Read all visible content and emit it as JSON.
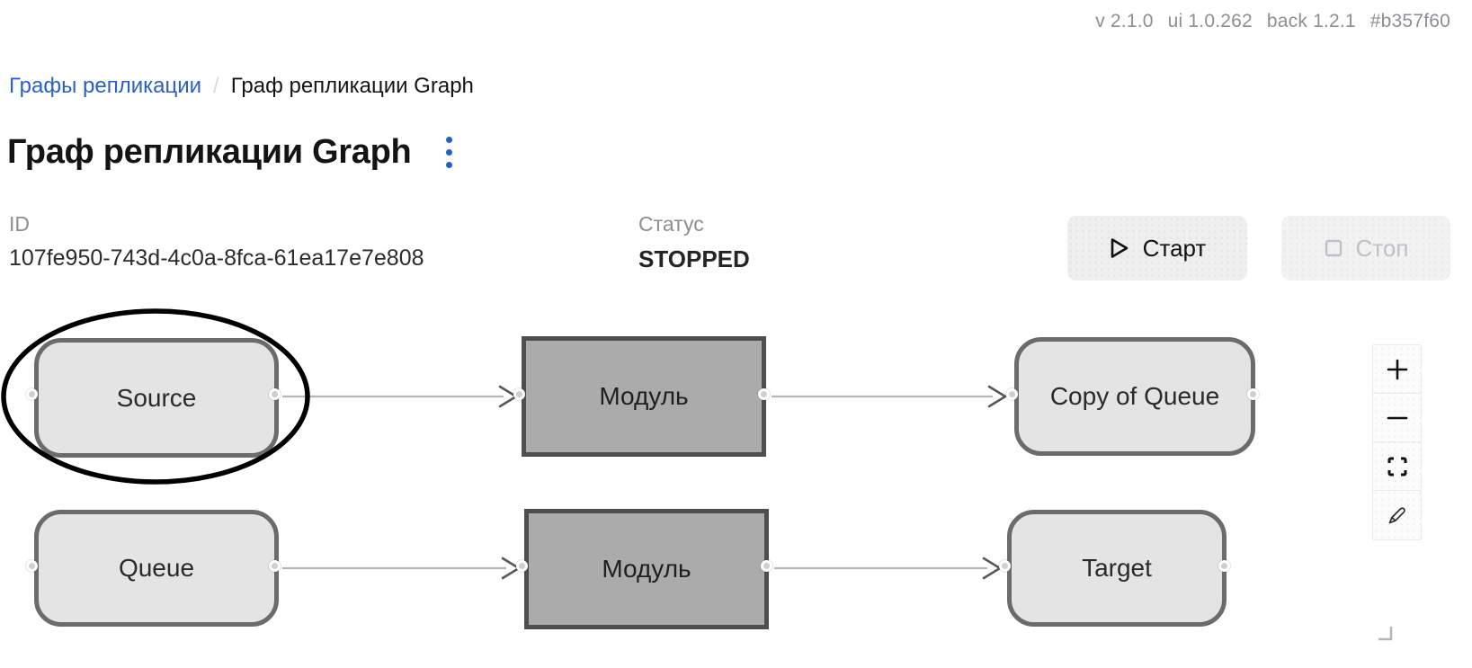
{
  "header": {
    "version_parts": [
      "v 2.1.0",
      "ui 1.0.262",
      "back 1.2.1",
      "#b357f60"
    ]
  },
  "breadcrumb": {
    "link": "Графы репликации",
    "separator": "/",
    "current": "Граф репликации Graph"
  },
  "page": {
    "title": "Граф репликации Graph"
  },
  "details": {
    "id_label": "ID",
    "id_value": "107fe950-743d-4c0a-8fca-61ea17e7e808",
    "status_label": "Статус",
    "status_value": "STOPPED"
  },
  "actions": {
    "start_label": "Старт",
    "stop_label": "Стоп",
    "stop_disabled": true
  },
  "graph": {
    "nodes": [
      {
        "id": "source",
        "label": "Source",
        "shape": "rounded",
        "row": 1
      },
      {
        "id": "module-top",
        "label": "Модуль",
        "shape": "module",
        "row": 1
      },
      {
        "id": "copy-of-queue",
        "label": "Copy of Queue",
        "shape": "rounded",
        "row": 1
      },
      {
        "id": "queue",
        "label": "Queue",
        "shape": "rounded",
        "row": 2
      },
      {
        "id": "module-bottom",
        "label": "Модуль",
        "shape": "module",
        "row": 2
      },
      {
        "id": "target",
        "label": "Target",
        "shape": "rounded",
        "row": 2
      }
    ],
    "edges": [
      {
        "from": "source",
        "to": "module-top"
      },
      {
        "from": "module-top",
        "to": "copy-of-queue"
      },
      {
        "from": "queue",
        "to": "module-bottom"
      },
      {
        "from": "module-bottom",
        "to": "target"
      }
    ],
    "annotation": {
      "type": "ellipse",
      "around": "source",
      "color": "#000000"
    },
    "controls": [
      "zoom-in",
      "zoom-out",
      "fit-view",
      "edit"
    ]
  },
  "colors": {
    "accent_blue": "#2160c4",
    "link_blue": "#2b5fc5",
    "muted_gray": "#8e8e93",
    "node_light_fill": "#e4e4e4",
    "node_light_border": "#6b6b6b",
    "node_module_fill": "#ababab",
    "node_module_border": "#4e4e4e",
    "edge_line": "#b6b6b6",
    "edge_arrow": "#58585a",
    "annotation_stroke": "#000000"
  }
}
